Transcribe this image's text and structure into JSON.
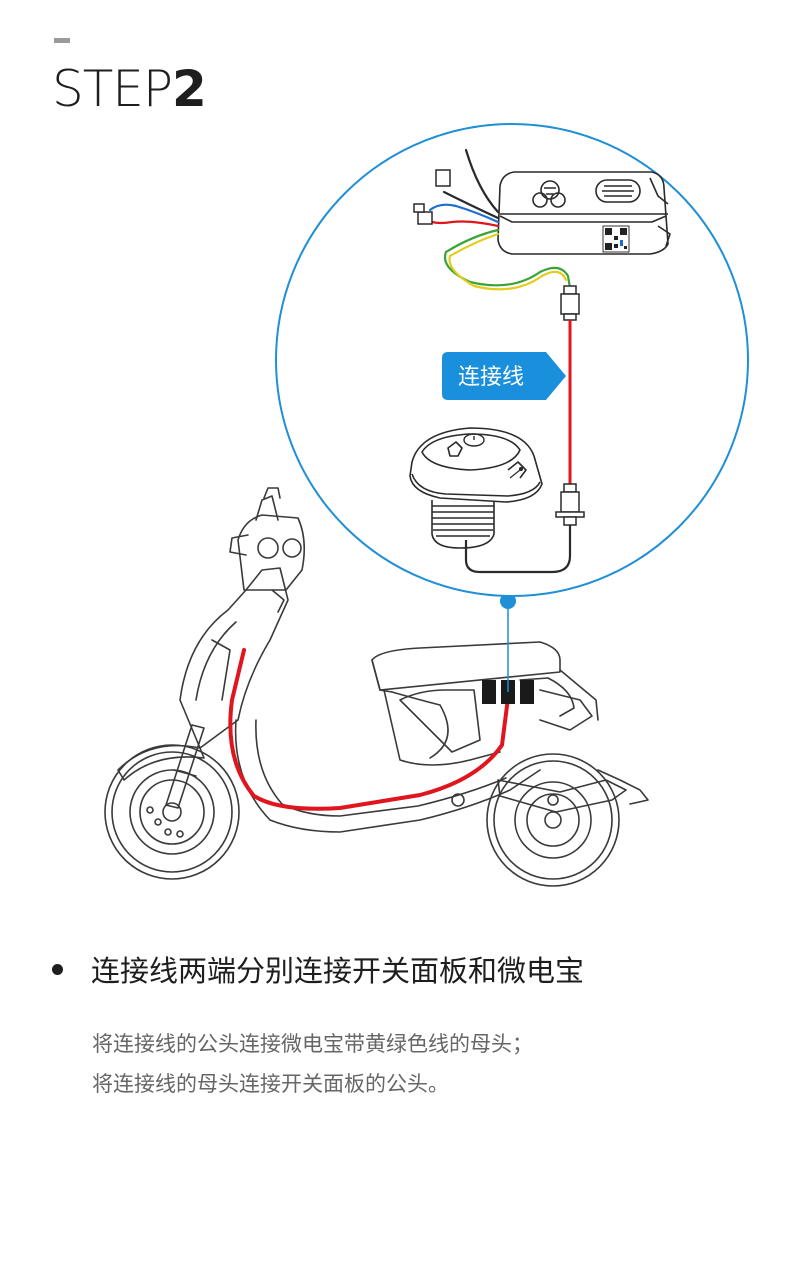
{
  "header": {
    "step_word": "STEP",
    "step_number": "2"
  },
  "diagram": {
    "callout_label": "连接线",
    "colors": {
      "circle": "#1f8fd6",
      "callout": "#1a90dc",
      "cable_red": "#e0151e",
      "wire_blue": "#1b6fd0",
      "wire_green": "#3aa335",
      "wire_yellow": "#e2cc1d",
      "outline": "#2a2a2a"
    },
    "icons": [
      "device-box-icon",
      "qr-code-icon",
      "switch-panel-icon",
      "usb-icon",
      "power-icon",
      "scooter-icon"
    ]
  },
  "content": {
    "bullet_title": "连接线两端分别连接开关面板和微电宝",
    "lines": [
      "将连接线的公头连接微电宝带黄绿色线的母头；",
      "将连接线的母头连接开关面板的公头。"
    ]
  }
}
